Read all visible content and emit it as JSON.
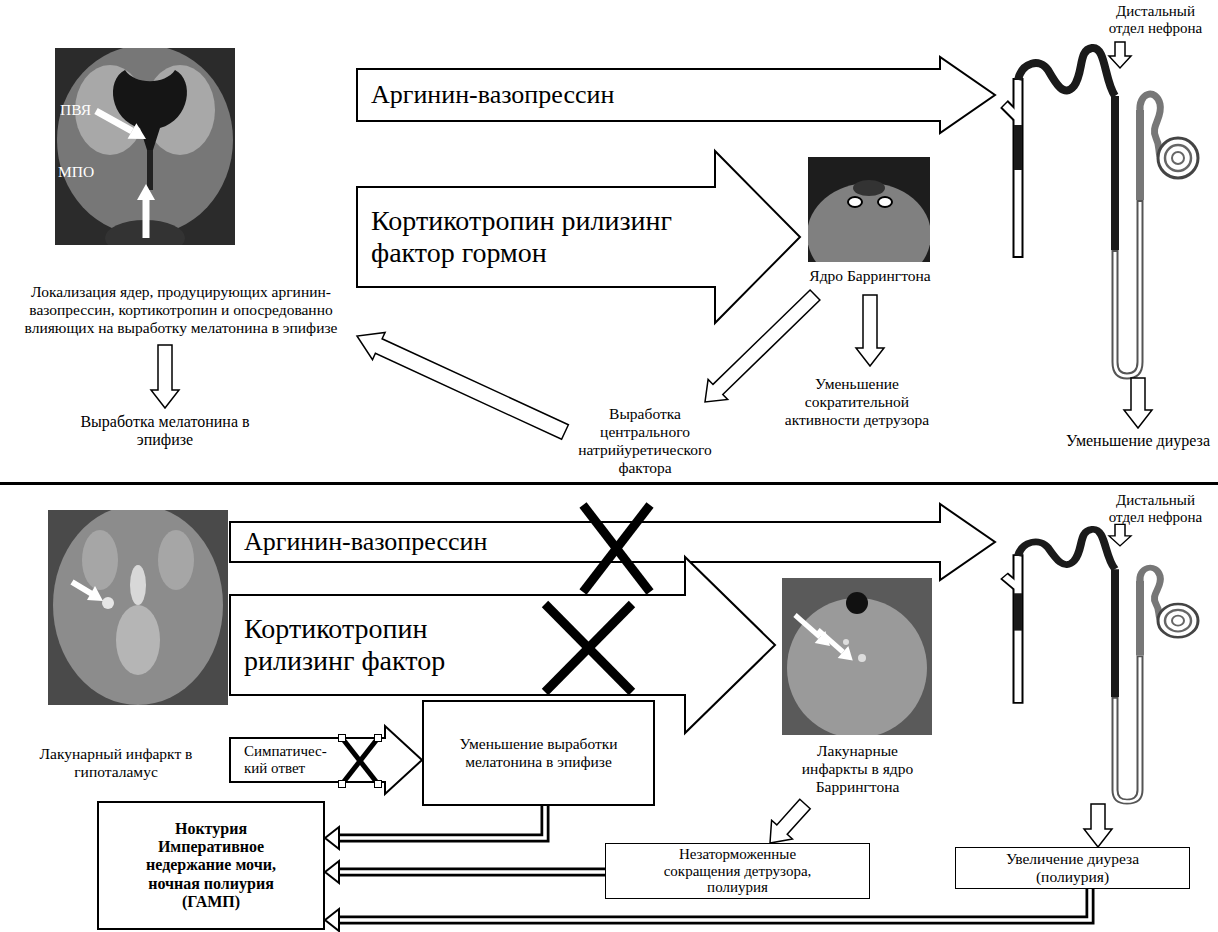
{
  "diagram": {
    "nodes": [
      {
        "text": [
          "ПВЯ",
          "МПО",
          "Локализация ядер, продуцирующих аргинин-вазопрессин, кортикотропин и опосредованно влияющих на выработку мелатонина в эпифизе"
        ]
      },
      {
        "text": [
          "Ядро Баррингтона"
        ]
      },
      {
        "text": [
          "Дистальный отдел нефрона"
        ]
      },
      {
        "text": [
          "Выработка мелатонина в эпифизе"
        ]
      },
      {
        "text": [
          "Выработка центрального натрийуретического фактора"
        ]
      },
      {
        "text": [
          "Уменьшение сократительной активности детрузора"
        ]
      },
      {
        "text": [
          "Уменьшение диуреза"
        ]
      },
      {
        "text": [
          "Лакунарный инфаркт в гипоталамус"
        ]
      },
      {
        "text": [
          "Лакунарные инфаркты в ядро Баррингтона"
        ]
      },
      {
        "text": [
          "Дистальный отдел нефрона"
        ]
      },
      {
        "text": [
          "Уменьшение выработки мелатонина в эпифизе"
        ]
      },
      {
        "text": [
          "Ноктурия",
          "Императивное недержание мочи, ночная полиурия (ГАМП)"
        ]
      },
      {
        "text": [
          "Незаторможенные сокращения детрузора, полиурия"
        ]
      },
      {
        "text": [
          "Увеличение диуреза (полиурия)"
        ]
      }
    ],
    "edges": [
      {
        "from": 0,
        "to": 2,
        "label": "Аргинин-вазопрессин",
        "arrow": "to"
      },
      {
        "from": 0,
        "to": 1,
        "label": "Кортикотропин рилизинг фактор гормон",
        "arrow": "to"
      },
      {
        "from": 0,
        "to": 3,
        "arrow": "to"
      },
      {
        "from": 1,
        "to": 5,
        "arrow": "to"
      },
      {
        "from": 1,
        "to": 4,
        "arrow": "to"
      },
      {
        "from": 4,
        "to": 0,
        "arrow": "to"
      },
      {
        "from": 2,
        "to": 6,
        "arrow": "to"
      },
      {
        "from": 7,
        "to": 9,
        "label": "Аргинин-вазопрессин",
        "arrow": "to"
      },
      {
        "from": 7,
        "to": 8,
        "label": "Кортикотропин рилизинг фактор",
        "arrow": "to"
      },
      {
        "from": 7,
        "to": 10,
        "label": "Симпатичес- кий ответ",
        "arrow": "to"
      },
      {
        "from": 8,
        "to": 12,
        "arrow": "to"
      },
      {
        "from": 9,
        "to": 13,
        "arrow": "to"
      },
      {
        "from": 10,
        "to": 11,
        "arrow": "to"
      },
      {
        "from": 12,
        "to": 11,
        "arrow": "to"
      },
      {
        "from": 13,
        "to": 11,
        "arrow": "to"
      }
    ]
  }
}
